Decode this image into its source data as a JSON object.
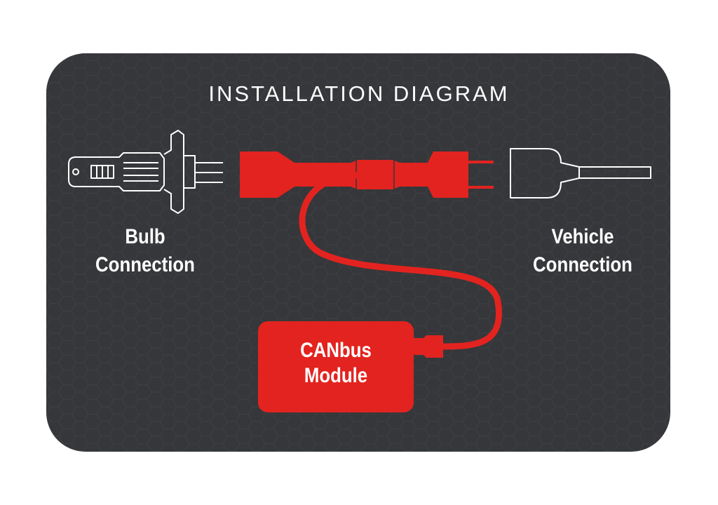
{
  "diagram": {
    "title": "INSTALLATION DIAGRAM",
    "bulb_label": [
      "Bulb",
      "Connection"
    ],
    "vehicle_label": [
      "Vehicle",
      "Connection"
    ],
    "module_label": [
      "CANbus",
      "Module"
    ]
  },
  "colors": {
    "background": "#ffffff",
    "card": "#36373a",
    "accent_red": "#e3231f",
    "outline_white": "#ffffff"
  },
  "icons": [
    "h4-led-bulb-icon",
    "canbus-harness-icon",
    "vehicle-socket-icon",
    "canbus-module-icon"
  ]
}
